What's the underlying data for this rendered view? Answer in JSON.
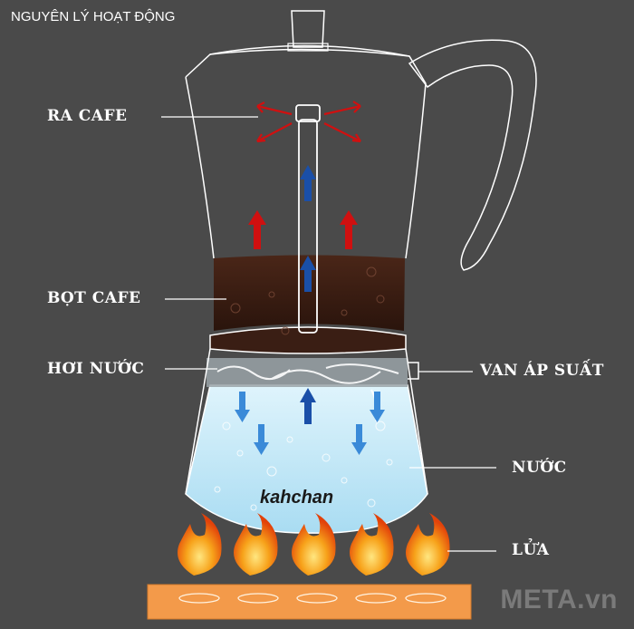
{
  "title": "NGUYÊN LÝ HOẠT ĐỘNG",
  "labels": {
    "ra_cafe": "RA CAFE",
    "bot_cafe": "BỌT CAFE",
    "hoi_nuoc": "HƠI NƯỚC",
    "van_ap_suat": "VAN ÁP SUẤT",
    "nuoc": "NƯỚC",
    "lua": "LỬA"
  },
  "brand": "kahchan",
  "watermark": "META.vn",
  "colors": {
    "background": "#4a4a4a",
    "coffee": "#3a1e14",
    "water": "#bfe6f7",
    "red_arrow": "#d01010",
    "blue_arrow": "#1a4fa8",
    "stove": "#f39a4a"
  }
}
